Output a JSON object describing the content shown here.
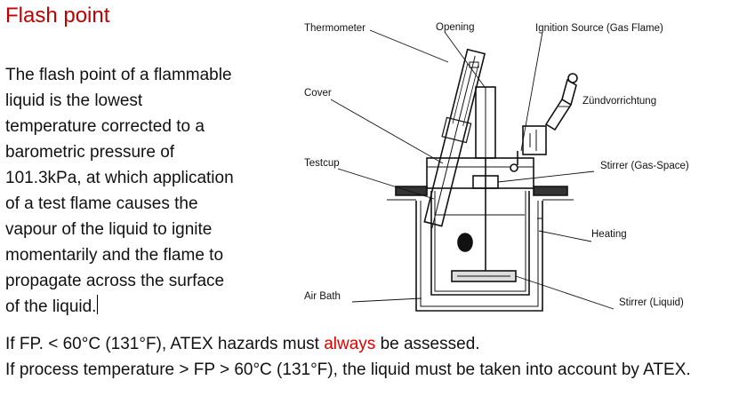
{
  "title": "Flash point",
  "definition_lines": [
    "The flash point of a flammable",
    "liquid is the lowest",
    "temperature corrected to a",
    "barometric pressure of",
    "101.3kPa, at which application",
    "of a test flame causes the",
    "vapour of the liquid to ignite",
    "momentarily and the flame to",
    "propagate across the surface",
    "of the liquid."
  ],
  "diagram": {
    "labels": {
      "thermometer": "Thermometer",
      "opening": "Opening",
      "ignition_source": "Ignition Source (Gas Flame)",
      "cover": "Cover",
      "zuendvorrichtung": "Zündvorrichtung",
      "testcup": "Testcup",
      "stirrer_gas": "Stirrer (Gas-Space)",
      "heating": "Heating",
      "air_bath": "Air Bath",
      "stirrer_liquid": "Stirrer (Liquid)"
    }
  },
  "notes": {
    "line1_before": "If FP. < 60°C (131°F), ATEX hazards must ",
    "line1_emph": "always",
    "line1_after": " be assessed.",
    "line2": "If process temperature > FP > 60°C (131°F), the liquid must be taken into account by ATEX."
  },
  "colors": {
    "title": "#c00000",
    "emphasis": "#e00000"
  }
}
